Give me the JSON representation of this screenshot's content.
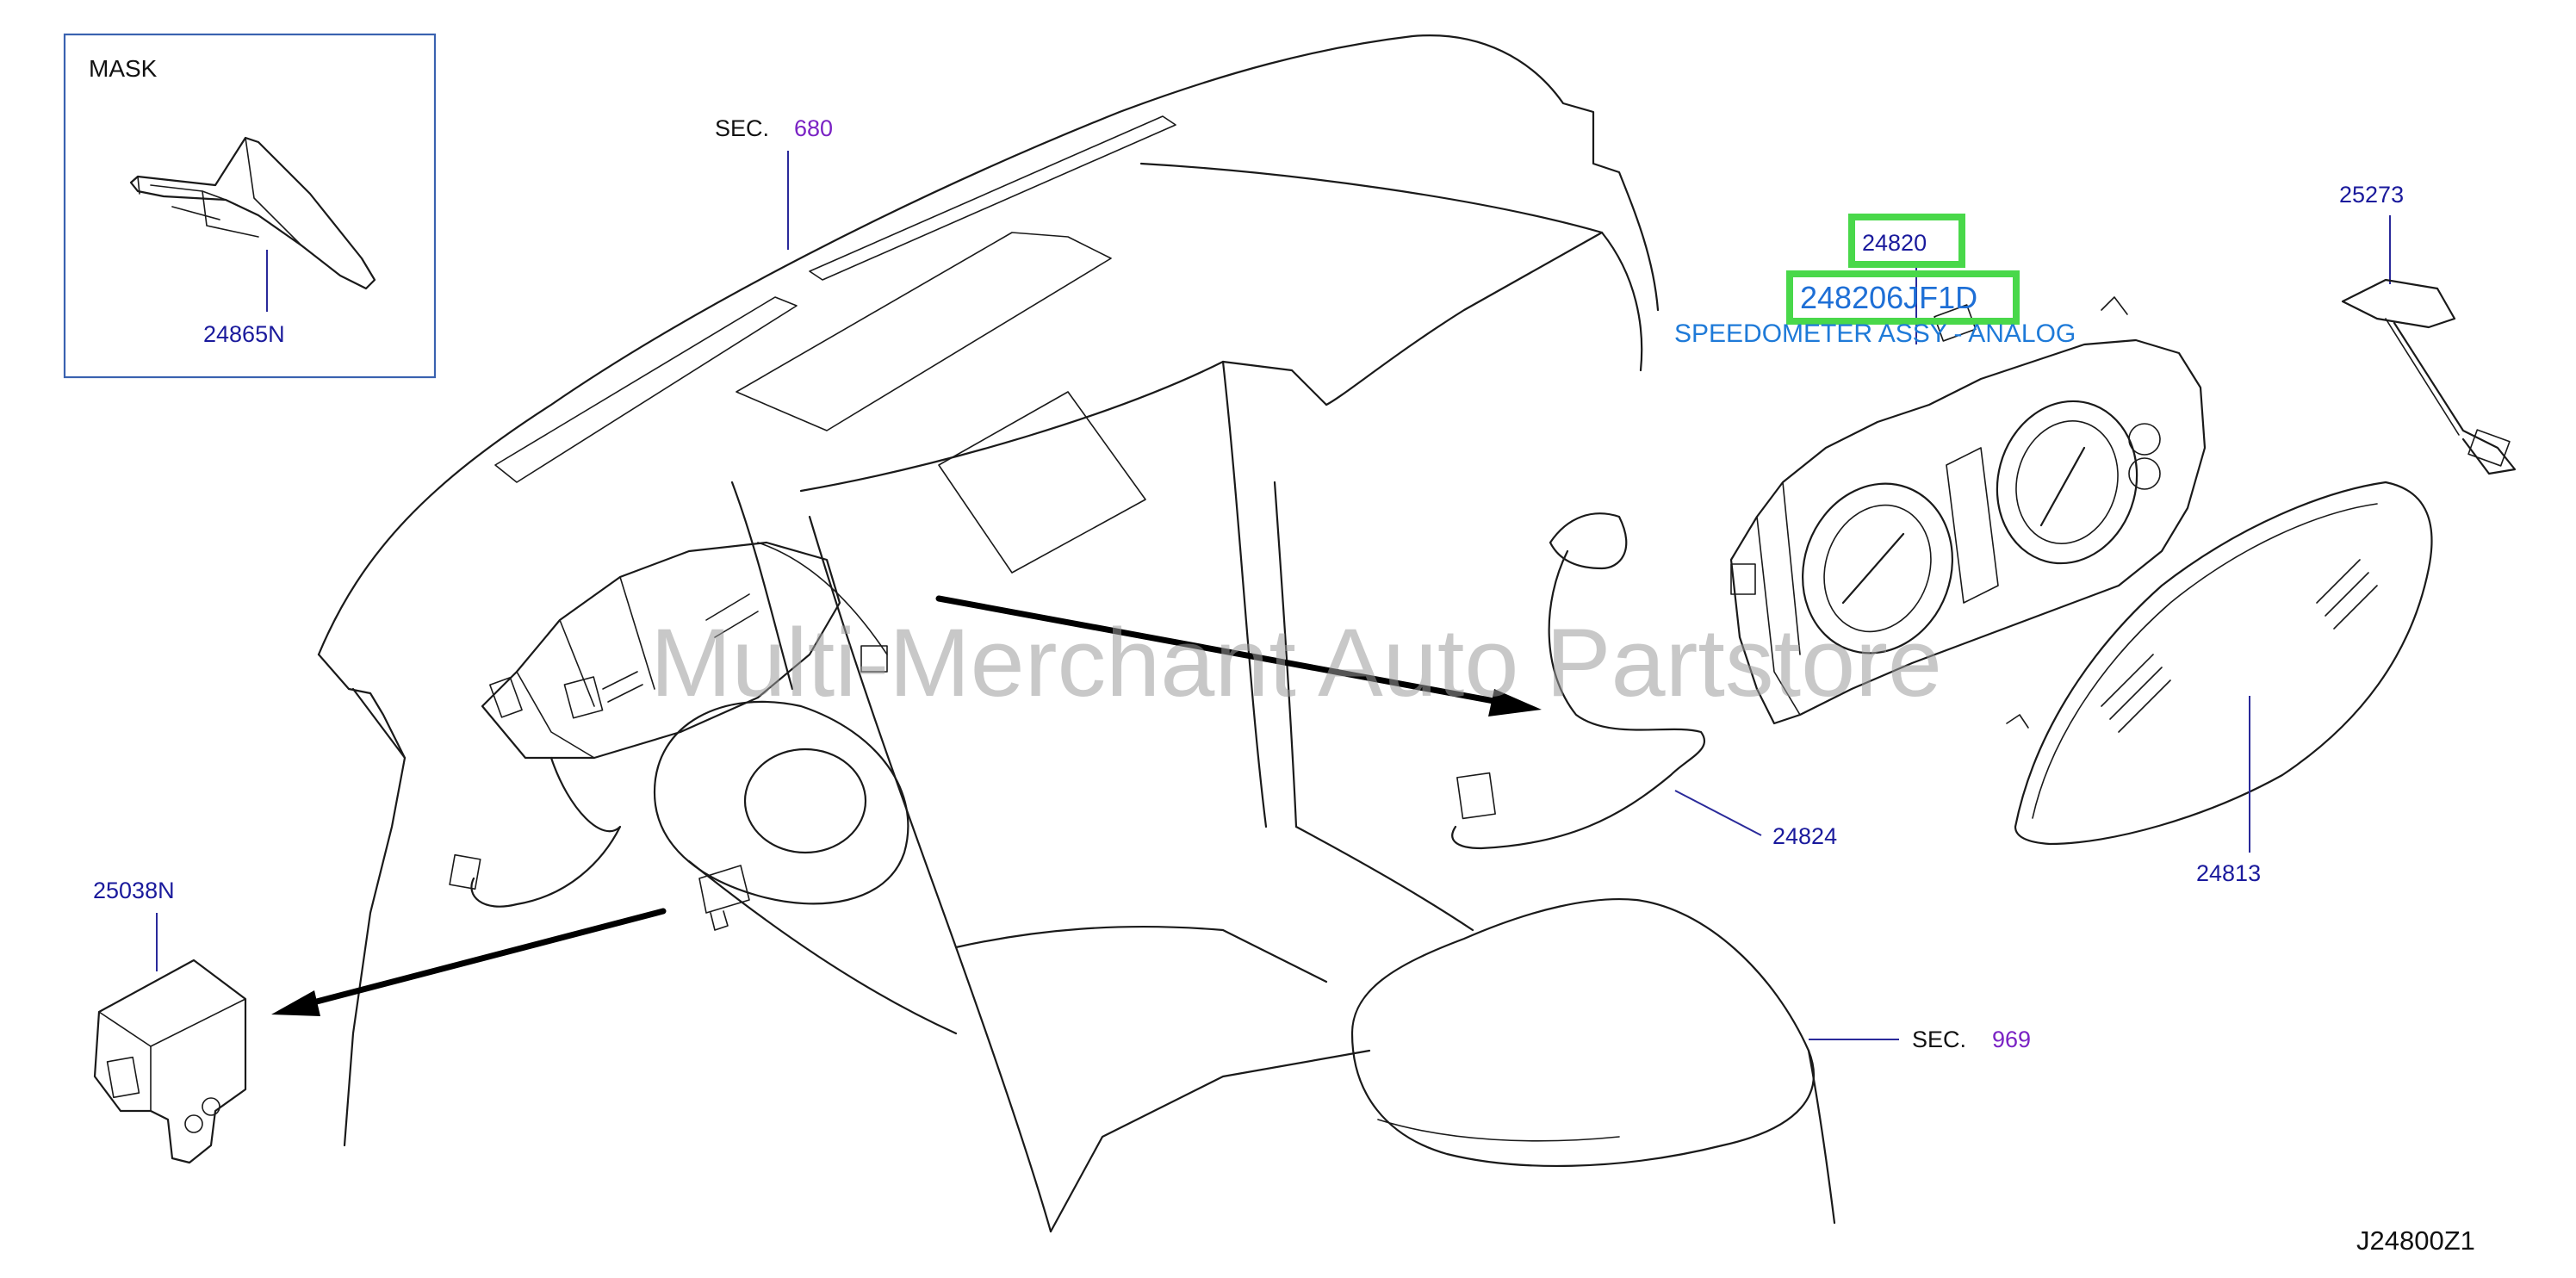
{
  "figure_id": "J24800Z1",
  "watermark": "Multi-Merchant Auto Partstore",
  "inset": {
    "label": "MASK",
    "part_number": "24865N"
  },
  "sections": [
    {
      "prefix": "SEC.",
      "number": "680"
    },
    {
      "prefix": "SEC.",
      "number": "969"
    }
  ],
  "highlighted_part": {
    "number": "24820",
    "code": "248206JF1D",
    "description": "SPEEDOMETER ASSY - ANALOG"
  },
  "callouts": {
    "p25273": "25273",
    "p24824": "24824",
    "p24813": "24813",
    "p25038n": "25038N"
  },
  "colors": {
    "part_number": "#1a1a9c",
    "section_number": "#7a22c4",
    "highlight_box": "#49d84a",
    "highlight_text": "#1e6fd6"
  }
}
